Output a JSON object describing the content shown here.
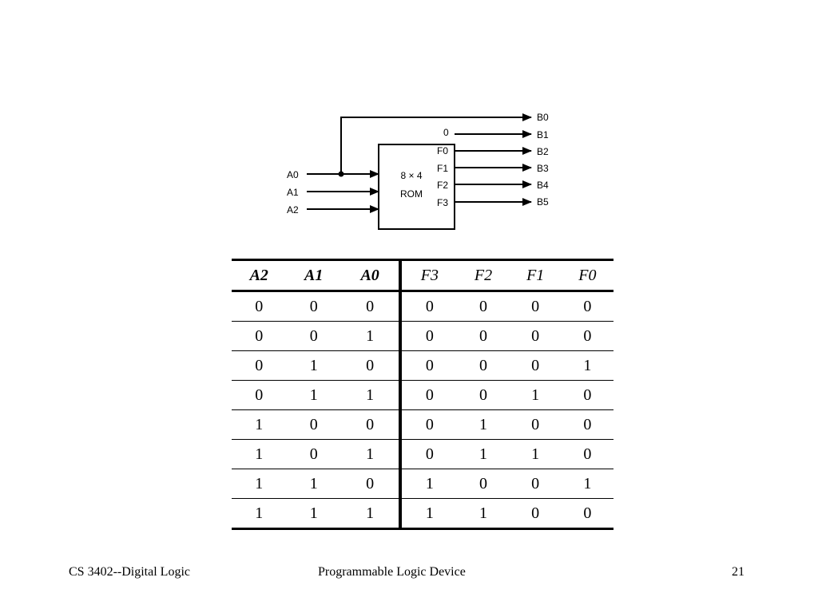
{
  "diagram": {
    "rom_label_line1": "8 × 4",
    "rom_label_line2": "ROM",
    "inputs": [
      "A0",
      "A1",
      "A2"
    ],
    "rom_outputs": [
      "F0",
      "F1",
      "F2",
      "F3"
    ],
    "constant_zero": "0",
    "outputs": [
      "B0",
      "B1",
      "B2",
      "B3",
      "B4",
      "B5"
    ]
  },
  "table": {
    "headers": [
      "A2",
      "A1",
      "A0",
      "F3",
      "F2",
      "F1",
      "F0"
    ],
    "rows": [
      [
        "0",
        "0",
        "0",
        "0",
        "0",
        "0",
        "0"
      ],
      [
        "0",
        "0",
        "1",
        "0",
        "0",
        "0",
        "0"
      ],
      [
        "0",
        "1",
        "0",
        "0",
        "0",
        "0",
        "1"
      ],
      [
        "0",
        "1",
        "1",
        "0",
        "0",
        "1",
        "0"
      ],
      [
        "1",
        "0",
        "0",
        "0",
        "1",
        "0",
        "0"
      ],
      [
        "1",
        "0",
        "1",
        "0",
        "1",
        "1",
        "0"
      ],
      [
        "1",
        "1",
        "0",
        "1",
        "0",
        "0",
        "1"
      ],
      [
        "1",
        "1",
        "1",
        "1",
        "1",
        "0",
        "0"
      ]
    ]
  },
  "footer": {
    "left": "CS 3402--Digital Logic",
    "center": "Programmable Logic Device",
    "right": "21"
  }
}
